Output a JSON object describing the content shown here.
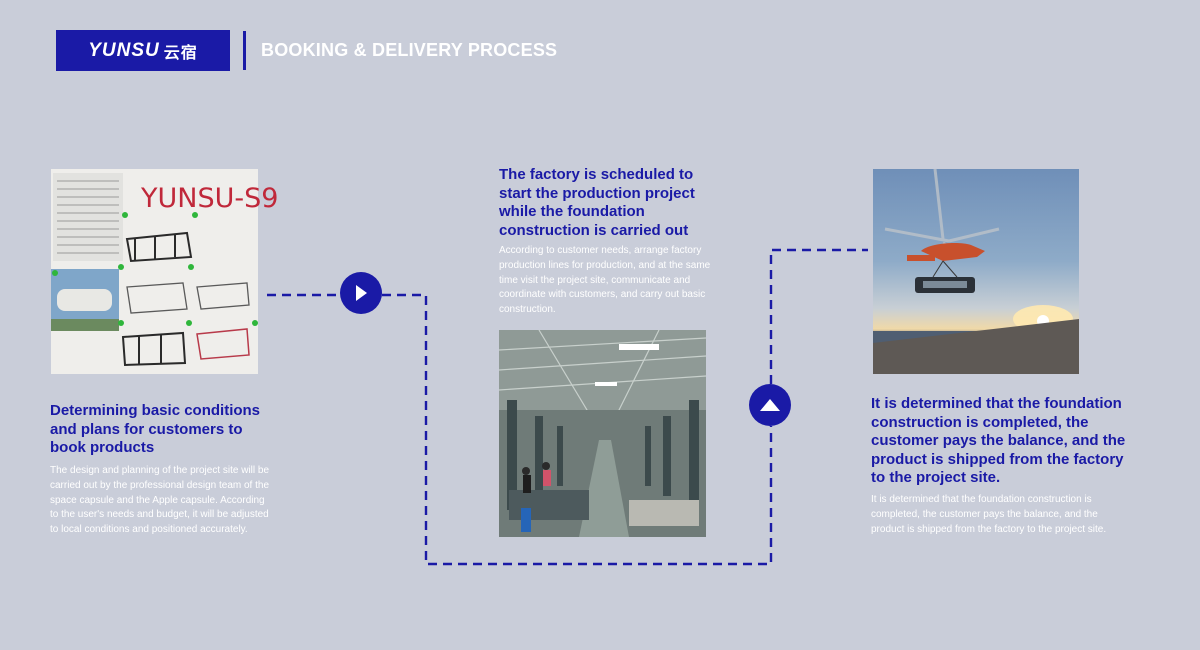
{
  "header": {
    "logo_text": "YUNSU",
    "logo_cn": "云宿",
    "title": "BOOKING & DELIVERY PROCESS"
  },
  "steps": [
    {
      "title": "Determining basic conditions and plans for customers to book products",
      "body": "The design and planning of the project site will be carried out by the professional design team of the space capsule and the Apple capsule. According to the user's needs and budget, it will be adjusted to local conditions and positioned accurately.",
      "photo_caption": "YUNSU-S9"
    },
    {
      "title": "The factory is scheduled to start the production project while the foundation construction is carried out",
      "body": "According to customer needs, arrange factory production lines for production, and at the same time visit the project site, communicate and coordinate with customers, and carry out basic construction."
    },
    {
      "title": "It is determined that the foundation construction is completed, the customer pays the balance, and the product is shipped from the factory to the project site.",
      "body": "It is determined that the foundation construction is completed, the customer pays the balance, and the product is shipped from the factory to the project site."
    }
  ],
  "flow": {
    "arrow_right_icon": "play-right-icon",
    "arrow_up_icon": "triangle-up-icon"
  },
  "colors": {
    "background": "#c9cdd9",
    "accent": "#1a1aa6",
    "text_light": "#ffffff"
  }
}
